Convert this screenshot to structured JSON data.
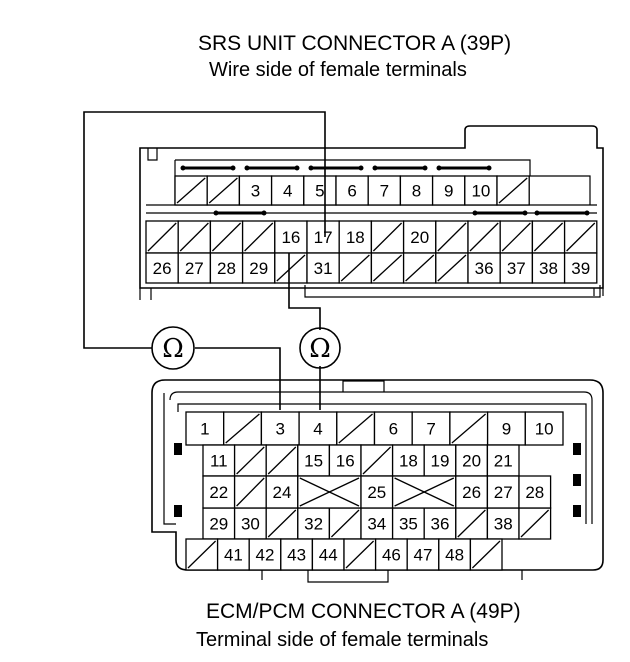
{
  "srs": {
    "title": "SRS UNIT CONNECTOR A (39P)",
    "subtitle": "Wire side of female terminals",
    "row1": [
      "",
      "",
      "3",
      "4",
      "5",
      "6",
      "7",
      "8",
      "9",
      "10",
      ""
    ],
    "row2": [
      "",
      "",
      "",
      "",
      "16",
      "17",
      "18",
      "",
      "20",
      "",
      "",
      "",
      "",
      ""
    ],
    "row3": [
      "26",
      "27",
      "28",
      "29",
      "",
      "31",
      "",
      "",
      "",
      "",
      "36",
      "37",
      "38",
      "39"
    ]
  },
  "ecm": {
    "title": "ECM/PCM CONNECTOR A (49P)",
    "subtitle": "Terminal side of female terminals",
    "row1": [
      "1",
      "",
      "3",
      "4",
      "",
      "6",
      "7",
      "",
      "9",
      "10"
    ],
    "row2": [
      "11",
      "",
      "",
      "15",
      "16",
      "",
      "18",
      "19",
      "20",
      "21"
    ],
    "row3": [
      "22",
      "",
      "24",
      "",
      "25",
      "",
      "26",
      "27",
      "28"
    ],
    "row4": [
      "29",
      "30",
      "",
      "32",
      "",
      "34",
      "35",
      "36",
      "",
      "38",
      ""
    ],
    "row5": [
      "",
      "41",
      "42",
      "43",
      "44",
      "",
      "46",
      "47",
      "48",
      ""
    ]
  },
  "meters": [
    {
      "symbol": "Ω"
    },
    {
      "symbol": "Ω"
    }
  ]
}
